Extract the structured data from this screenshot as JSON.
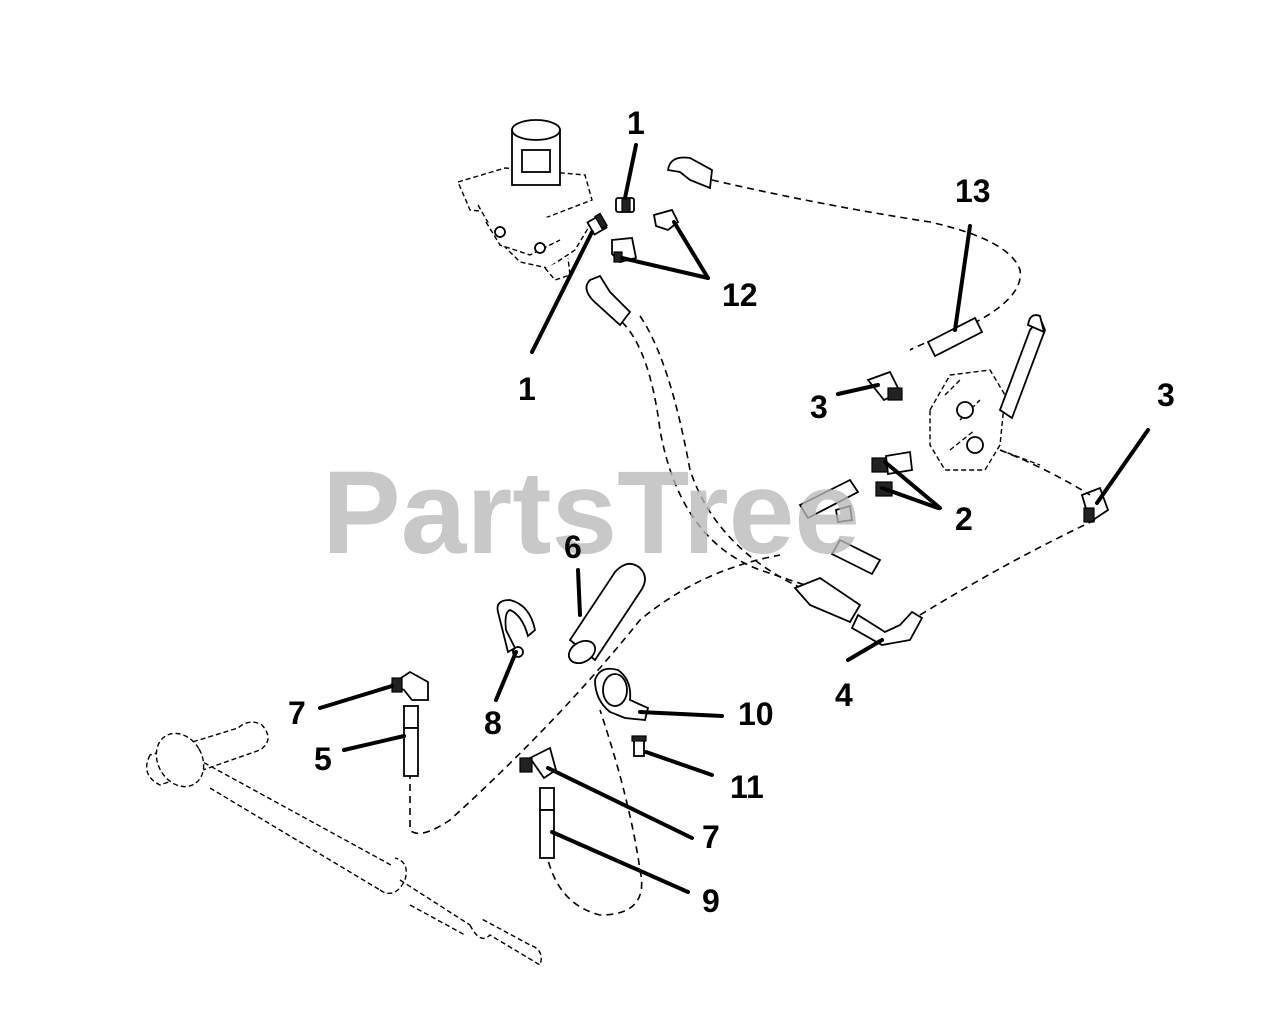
{
  "watermark": "PartsTree",
  "callouts": [
    {
      "id": "c1a",
      "label": "1"
    },
    {
      "id": "c1b",
      "label": "1"
    },
    {
      "id": "c12",
      "label": "12"
    },
    {
      "id": "c13",
      "label": "13"
    },
    {
      "id": "c3a",
      "label": "3"
    },
    {
      "id": "c3b",
      "label": "3"
    },
    {
      "id": "c2",
      "label": "2"
    },
    {
      "id": "c6",
      "label": "6"
    },
    {
      "id": "c4",
      "label": "4"
    },
    {
      "id": "c7a",
      "label": "7"
    },
    {
      "id": "c8",
      "label": "8"
    },
    {
      "id": "c10",
      "label": "10"
    },
    {
      "id": "c5",
      "label": "5"
    },
    {
      "id": "c11",
      "label": "11"
    },
    {
      "id": "c7b",
      "label": "7"
    },
    {
      "id": "c9",
      "label": "9"
    }
  ]
}
